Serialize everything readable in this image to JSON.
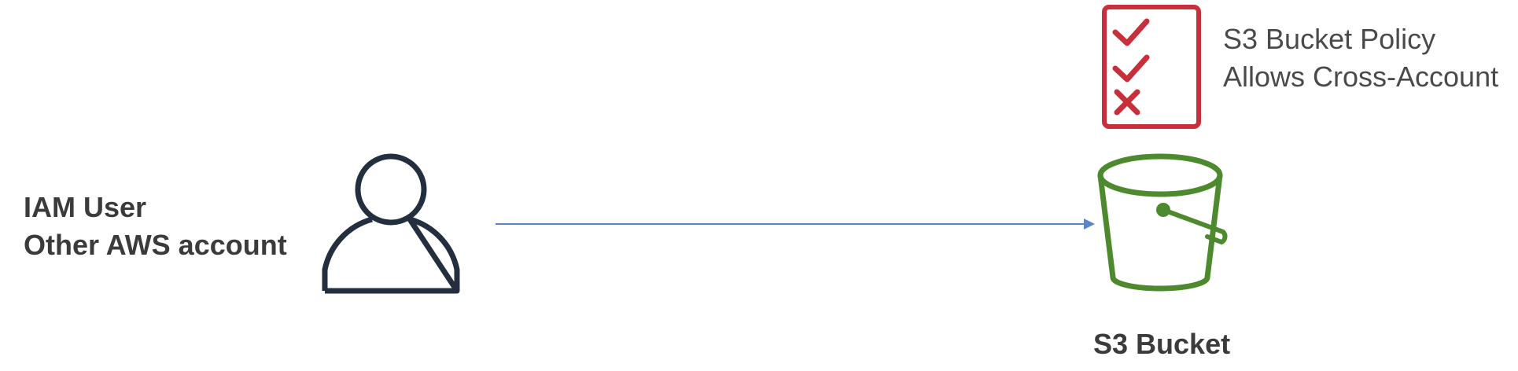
{
  "user": {
    "label_line1": "IAM User",
    "label_line2": "Other AWS account",
    "icon": "user-icon",
    "color": "#232f3e"
  },
  "policy": {
    "label_line1": "S3 Bucket Policy",
    "label_line2": "Allows Cross-Account",
    "icon": "policy-checklist-icon",
    "color": "#c7303a"
  },
  "bucket": {
    "label": "S3 Bucket",
    "icon": "s3-bucket-icon",
    "color": "#4d8a2e"
  },
  "arrow": {
    "color": "#5a86c5"
  }
}
